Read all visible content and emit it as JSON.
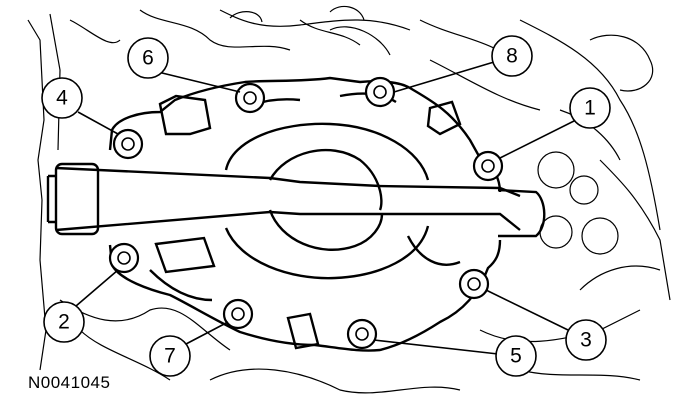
{
  "figure": {
    "id_label": "N0041045"
  },
  "callouts": [
    {
      "label": "1"
    },
    {
      "label": "2"
    },
    {
      "label": "3"
    },
    {
      "label": "4"
    },
    {
      "label": "5"
    },
    {
      "label": "6"
    },
    {
      "label": "7"
    },
    {
      "label": "8"
    }
  ]
}
